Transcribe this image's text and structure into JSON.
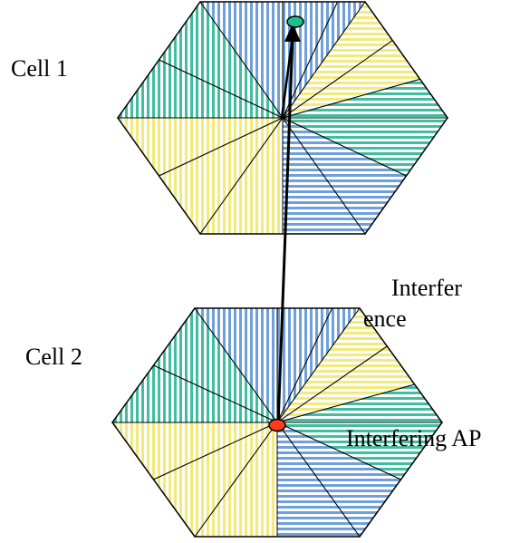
{
  "labels": {
    "cell1": "Cell 1",
    "cell2": "Cell 2",
    "interference_line1": "Interfer",
    "interference_line2": "ence",
    "interfering_ap": "Interfering AP"
  },
  "cells": [
    {
      "name": "Cell 1",
      "sectors": [
        {
          "pattern": "vertical",
          "color": "#6fa0dc"
        },
        {
          "pattern": "vertical",
          "color": "#6fa0dc"
        },
        {
          "pattern": "vertical",
          "color": "#6fa0dc"
        },
        {
          "pattern": "vertical",
          "color": "#3fbf9f"
        },
        {
          "pattern": "vertical",
          "color": "#3fbf9f"
        },
        {
          "pattern": "vertical",
          "color": "#3fbf9f"
        },
        {
          "pattern": "vertical",
          "color": "#f2ea7a"
        },
        {
          "pattern": "vertical",
          "color": "#f2ea7a"
        },
        {
          "pattern": "vertical",
          "color": "#f2ea7a"
        },
        {
          "pattern": "horizontal",
          "color": "#6fa0dc"
        },
        {
          "pattern": "horizontal",
          "color": "#6fa0dc"
        },
        {
          "pattern": "horizontal",
          "color": "#6fa0dc"
        },
        {
          "pattern": "horizontal",
          "color": "#3fbf9f"
        },
        {
          "pattern": "horizontal",
          "color": "#3fbf9f"
        },
        {
          "pattern": "horizontal",
          "color": "#3fbf9f"
        },
        {
          "pattern": "horizontal",
          "color": "#f2ea7a"
        },
        {
          "pattern": "horizontal",
          "color": "#f2ea7a"
        },
        {
          "pattern": "horizontal",
          "color": "#f2ea7a"
        }
      ]
    },
    {
      "name": "Cell 2",
      "sectors": [
        {
          "pattern": "vertical",
          "color": "#6fa0dc"
        },
        {
          "pattern": "vertical",
          "color": "#6fa0dc"
        },
        {
          "pattern": "vertical",
          "color": "#6fa0dc"
        },
        {
          "pattern": "vertical",
          "color": "#3fbf9f"
        },
        {
          "pattern": "vertical",
          "color": "#3fbf9f"
        },
        {
          "pattern": "vertical",
          "color": "#3fbf9f"
        },
        {
          "pattern": "vertical",
          "color": "#f2ea7a"
        },
        {
          "pattern": "vertical",
          "color": "#f2ea7a"
        },
        {
          "pattern": "vertical",
          "color": "#f2ea7a"
        },
        {
          "pattern": "horizontal",
          "color": "#6fa0dc"
        },
        {
          "pattern": "horizontal",
          "color": "#6fa0dc"
        },
        {
          "pattern": "horizontal",
          "color": "#6fa0dc"
        },
        {
          "pattern": "horizontal",
          "color": "#3fbf9f"
        },
        {
          "pattern": "horizontal",
          "color": "#3fbf9f"
        },
        {
          "pattern": "horizontal",
          "color": "#3fbf9f"
        },
        {
          "pattern": "horizontal",
          "color": "#f2ea7a"
        },
        {
          "pattern": "horizontal",
          "color": "#f2ea7a"
        },
        {
          "pattern": "horizontal",
          "color": "#f2ea7a"
        }
      ]
    }
  ],
  "colors": {
    "blue": "#6fa0dc",
    "green": "#3fbf9f",
    "yellow": "#f2ea7a",
    "user_marker": "#1fbf8f",
    "ap_marker": "#ff3b1f",
    "outline": "#000000"
  }
}
